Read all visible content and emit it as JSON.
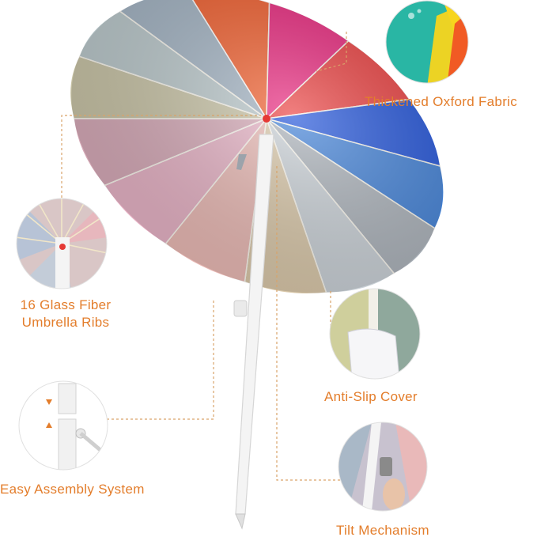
{
  "features": {
    "fabric": {
      "label": "Thickened Oxford Fabric",
      "icon": "fabric-closeup-icon"
    },
    "ribs": {
      "label_line1": "16 Glass Fiber",
      "label_line2": "Umbrella Ribs",
      "icon": "ribs-closeup-icon"
    },
    "cover": {
      "label": "Anti-Slip Cover",
      "icon": "cover-closeup-icon"
    },
    "assembly": {
      "label": "Easy Assembly System",
      "icon": "assembly-closeup-icon"
    },
    "tilt": {
      "label": "Tilt Mechanism",
      "icon": "tilt-closeup-icon"
    }
  },
  "colors": {
    "accent": "#e37d2b",
    "leader_line": "#d9a36a",
    "pole": "#f4f4f4",
    "canopy_panels": [
      "#f05a28",
      "#e8227a",
      "#ea3b3b",
      "#1c4fd8",
      "#3d7ed6",
      "#a9b0b8",
      "#c9d0d6",
      "#d9c7a8",
      "#e9b8b3",
      "#e6b1c4",
      "#d5a8b6",
      "#c7c2a4",
      "#b8c6c9",
      "#9fb0c0"
    ]
  }
}
